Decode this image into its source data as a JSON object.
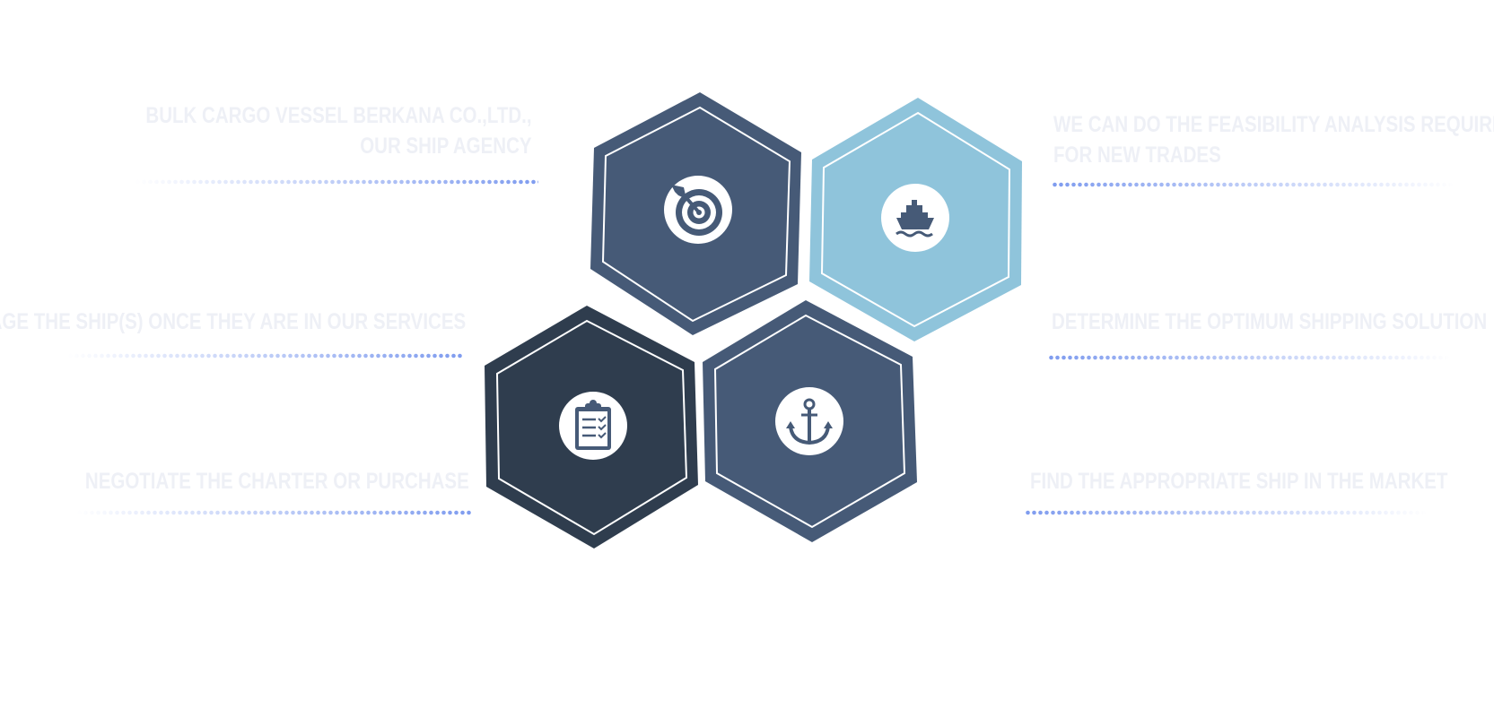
{
  "colors": {
    "hex_slate": "#465a77",
    "hex_light_blue": "#8fc4db",
    "hex_dark": "#2f3d4e",
    "label_text": "#eef0f6",
    "dots": "#7f9cef",
    "icon_circle": "#ffffff",
    "icon_fill": "#465a77"
  },
  "labels": {
    "top_left": {
      "line1": "BULK CARGO VESSEL BERKANA CO.,LTD.,",
      "line2": "OUR SHIP AGENCY"
    },
    "top_right": {
      "line1": "WE CAN DO THE FEASIBILITY ANALYSIS REQUIRED",
      "line2": "FOR NEW TRADES"
    },
    "mid_left": {
      "line1": "MANAGE THE SHIP(S) ONCE THEY ARE IN OUR SERVICES"
    },
    "mid_right": {
      "line1": "DETERMINE THE OPTIMUM SHIPPING SOLUTION"
    },
    "bottom_left": {
      "line1": "NEGOTIATE THE CHARTER OR PURCHASE"
    },
    "bottom_right": {
      "line1": "FIND THE APPROPRIATE SHIP IN THE MARKET"
    }
  },
  "hexagons": [
    {
      "id": "hex-target",
      "icon": "target-icon",
      "color": "hex_slate"
    },
    {
      "id": "hex-ship",
      "icon": "ship-icon",
      "color": "hex_light_blue"
    },
    {
      "id": "hex-clipboard",
      "icon": "clipboard-icon",
      "color": "hex_dark"
    },
    {
      "id": "hex-anchor",
      "icon": "anchor-icon",
      "color": "hex_slate"
    }
  ]
}
